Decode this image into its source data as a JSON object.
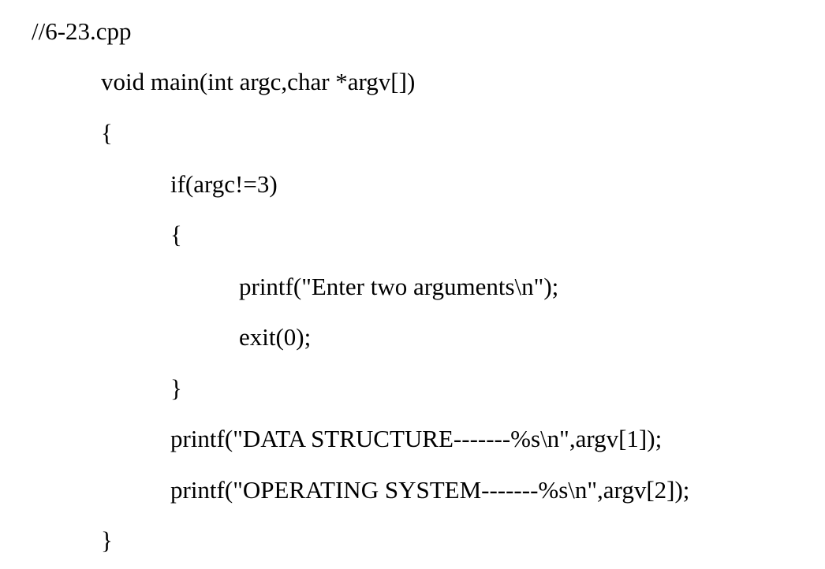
{
  "document": {
    "lines": [
      {
        "text": "//6-23.cpp",
        "indent": 0
      },
      {
        "text": "void main(int argc,char *argv[])",
        "indent": 1
      },
      {
        "text": "{",
        "indent": 1
      },
      {
        "text": "if(argc!=3)",
        "indent": 2
      },
      {
        "text": "{",
        "indent": 2
      },
      {
        "text": "printf(\"Enter two arguments\\n\");",
        "indent": 3
      },
      {
        "text": "exit(0);",
        "indent": 3
      },
      {
        "text": "}",
        "indent": 2
      },
      {
        "text": "printf(\"DATA STRUCTURE-------%s\\n\",argv[1]);",
        "indent": 2
      },
      {
        "text": "printf(\"OPERATING SYSTEM-------%s\\n\",argv[2]);",
        "indent": 2
      },
      {
        "text": "}",
        "indent": 1
      }
    ]
  }
}
